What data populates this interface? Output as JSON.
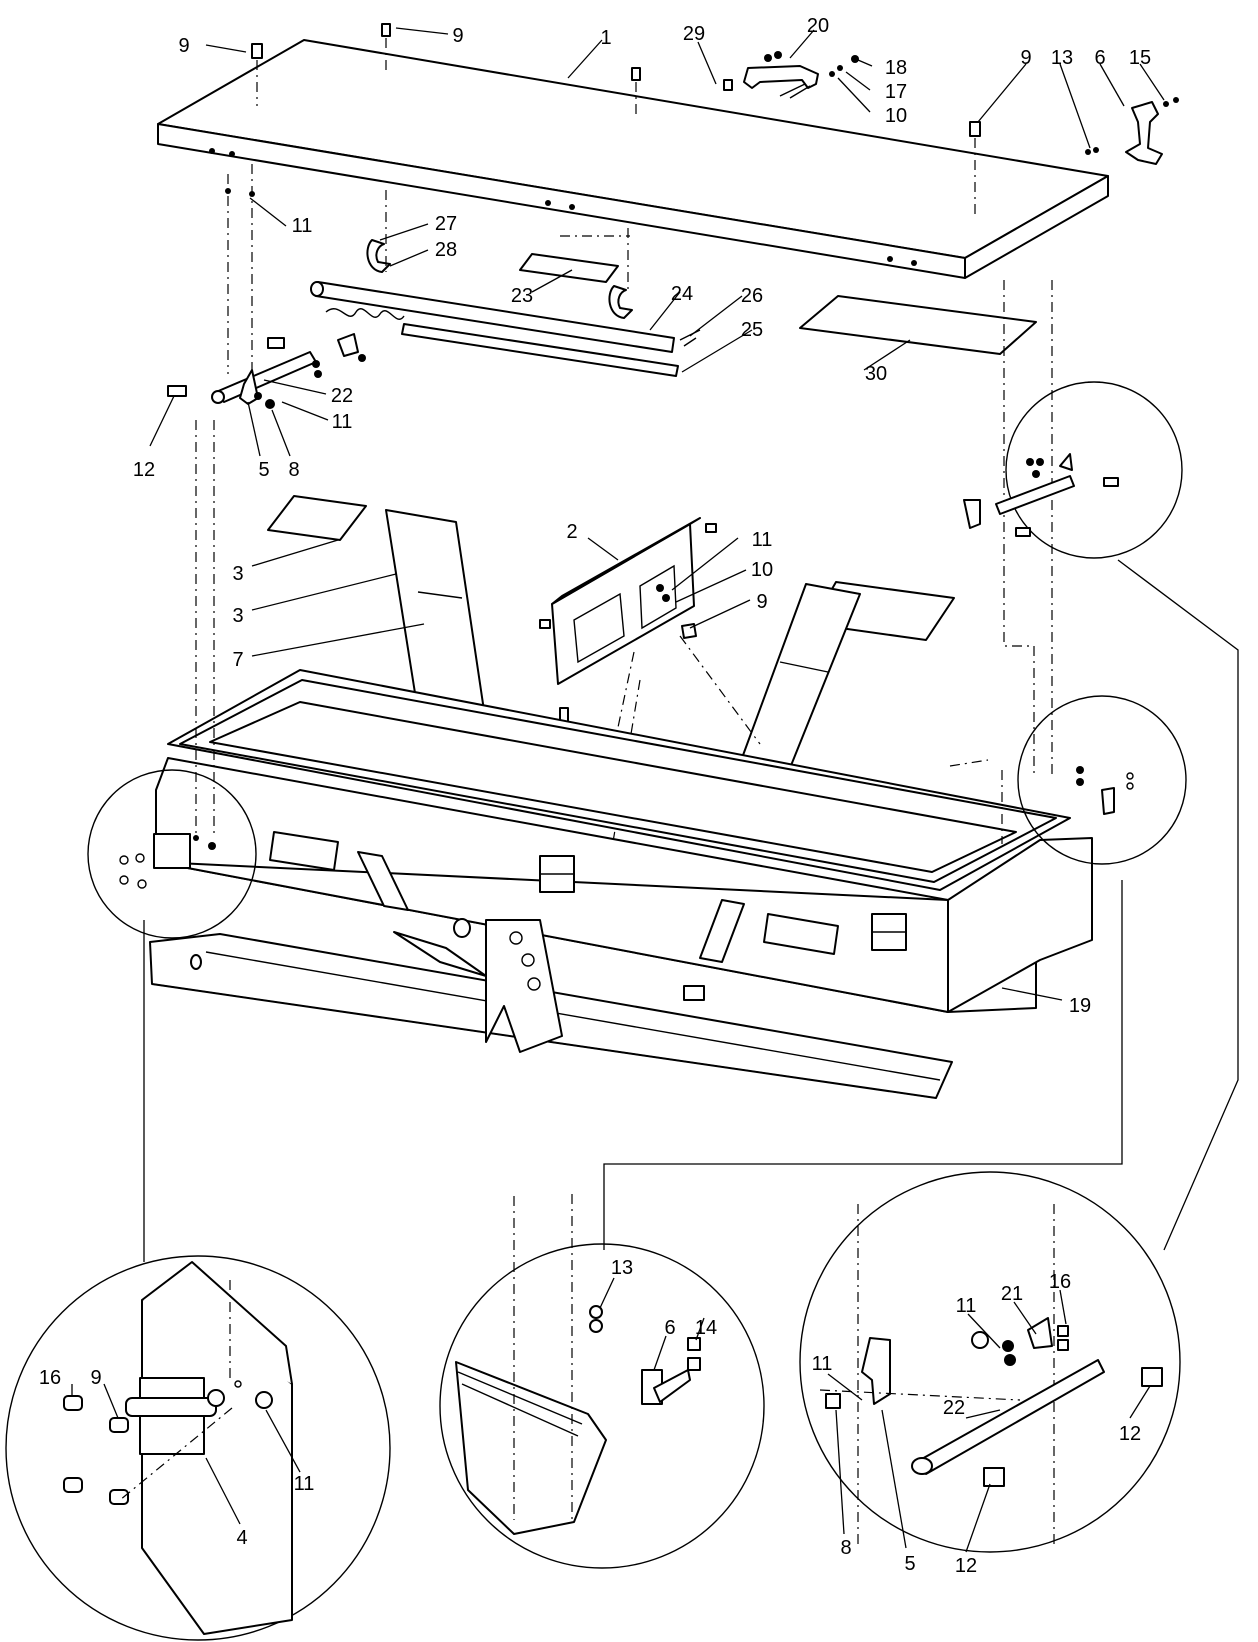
{
  "diagram": {
    "callouts": [
      {
        "id": "c1",
        "text": "9"
      },
      {
        "id": "c2",
        "text": "9"
      },
      {
        "id": "c3",
        "text": "1"
      },
      {
        "id": "c4",
        "text": "29"
      },
      {
        "id": "c5",
        "text": "20"
      },
      {
        "id": "c6",
        "text": "18"
      },
      {
        "id": "c7",
        "text": "17"
      },
      {
        "id": "c8",
        "text": "10"
      },
      {
        "id": "c9",
        "text": "9"
      },
      {
        "id": "c10",
        "text": "13"
      },
      {
        "id": "c11",
        "text": "6"
      },
      {
        "id": "c12",
        "text": "15"
      },
      {
        "id": "c13",
        "text": "11"
      },
      {
        "id": "c14",
        "text": "27"
      },
      {
        "id": "c15",
        "text": "28"
      },
      {
        "id": "c16",
        "text": "23"
      },
      {
        "id": "c17",
        "text": "24"
      },
      {
        "id": "c18",
        "text": "26"
      },
      {
        "id": "c19",
        "text": "25"
      },
      {
        "id": "c20",
        "text": "30"
      },
      {
        "id": "c21",
        "text": "22"
      },
      {
        "id": "c22",
        "text": "11"
      },
      {
        "id": "c23",
        "text": "12"
      },
      {
        "id": "c24",
        "text": "5"
      },
      {
        "id": "c25",
        "text": "8"
      },
      {
        "id": "c26",
        "text": "2"
      },
      {
        "id": "c27",
        "text": "11"
      },
      {
        "id": "c28",
        "text": "10"
      },
      {
        "id": "c29",
        "text": "9"
      },
      {
        "id": "c30",
        "text": "3"
      },
      {
        "id": "c31",
        "text": "3"
      },
      {
        "id": "c32",
        "text": "7"
      },
      {
        "id": "c33",
        "text": "19"
      },
      {
        "id": "c34",
        "text": "16"
      },
      {
        "id": "c35",
        "text": "9"
      },
      {
        "id": "c36",
        "text": "11"
      },
      {
        "id": "c37",
        "text": "4"
      },
      {
        "id": "c38",
        "text": "13"
      },
      {
        "id": "c39",
        "text": "6"
      },
      {
        "id": "c40",
        "text": "14"
      },
      {
        "id": "c41",
        "text": "11"
      },
      {
        "id": "c42",
        "text": "21"
      },
      {
        "id": "c43",
        "text": "16"
      },
      {
        "id": "c44",
        "text": "22"
      },
      {
        "id": "c45",
        "text": "11"
      },
      {
        "id": "c46",
        "text": "12"
      },
      {
        "id": "c47",
        "text": "8"
      },
      {
        "id": "c48",
        "text": "5"
      },
      {
        "id": "c49",
        "text": "12"
      }
    ]
  }
}
